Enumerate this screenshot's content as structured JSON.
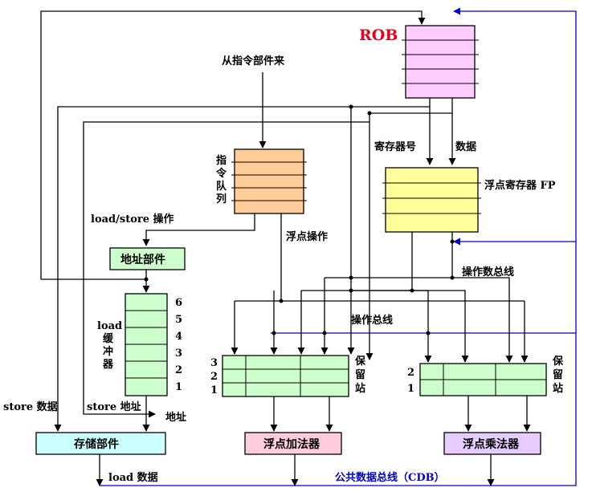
{
  "colors": {
    "rob": "#ffccff",
    "instruction_queue": "#ffcc99",
    "fp_registers": "#ffff99",
    "address_unit": "#ccffcc",
    "load_buffer": "#ccffcc",
    "reservation_station": "#ccffcc",
    "store_unit": "#ccffff",
    "fp_adder": "#ffccdd",
    "fp_multiplier": "#e6ccff",
    "cdb_line": "#0000cc",
    "rob_label": "#e8001c",
    "wire": "#000000"
  },
  "labels": {
    "rob": "ROB",
    "from_instruction_unit": "从指令部件来",
    "instruction_queue": [
      "指",
      "令",
      "队",
      "列"
    ],
    "register_number": "寄存器号",
    "data": "数据",
    "fp_registers": "浮点寄存器 FP",
    "load_store_op": "load/store 操作",
    "fp_operation": "浮点操作",
    "address_unit": "地址部件",
    "operand_bus": "操作数总线",
    "load_buffer_title": "load",
    "load_buffer_chars": [
      "缓",
      "冲",
      "器"
    ],
    "load_buffer_slots": [
      "6",
      "5",
      "4",
      "3",
      "2",
      "1"
    ],
    "operation_bus": "操作总线",
    "adder_station_rows": [
      "3",
      "2",
      "1"
    ],
    "mult_station_rows": [
      "2",
      "1"
    ],
    "reservation_station_chars": [
      "保",
      "留",
      "站"
    ],
    "store_data": "store 数据",
    "store_address": "store 地址",
    "address": "地址",
    "store_unit": "存储部件",
    "fp_adder": "浮点加法器",
    "fp_multiplier": "浮点乘法器",
    "load_data": "load 数据",
    "cdb": "公共数据总线（CDB）"
  }
}
